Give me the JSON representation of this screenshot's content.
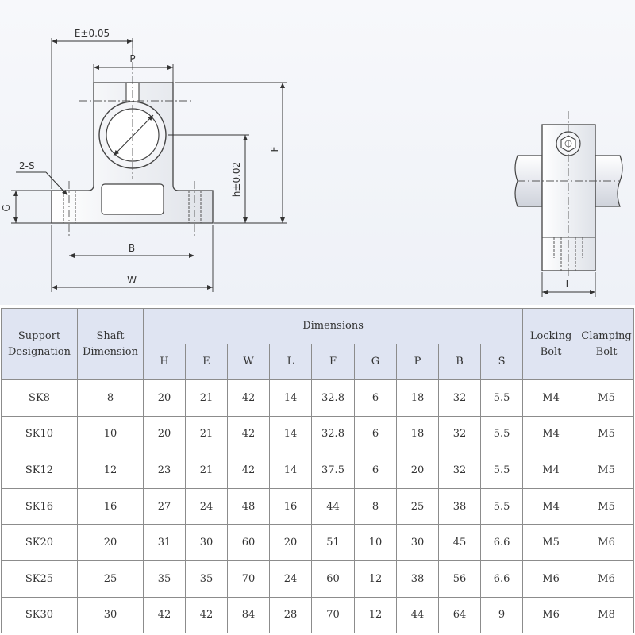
{
  "drawing": {
    "front_labels": {
      "e": "E±0.05",
      "p": "P",
      "f": "F",
      "h": "h±0.02",
      "s": "2-S",
      "g": "G",
      "b": "B",
      "w": "W"
    },
    "side_labels": {
      "l": "L"
    }
  },
  "table": {
    "headers": {
      "support": "Support Designation",
      "shaft": "Shaft Dimension",
      "dimensions": "Dimensions",
      "locking": "Locking Bolt",
      "clamping": "Clamping Bolt",
      "dims": [
        "H",
        "E",
        "W",
        "L",
        "F",
        "G",
        "P",
        "B",
        "S"
      ]
    },
    "rows": [
      {
        "designation": "SK8",
        "shaft": "8",
        "dims": [
          "20",
          "21",
          "42",
          "14",
          "32.8",
          "6",
          "18",
          "32",
          "5.5"
        ],
        "locking": "M4",
        "clamping": "M5"
      },
      {
        "designation": "SK10",
        "shaft": "10",
        "dims": [
          "20",
          "21",
          "42",
          "14",
          "32.8",
          "6",
          "18",
          "32",
          "5.5"
        ],
        "locking": "M4",
        "clamping": "M5"
      },
      {
        "designation": "SK12",
        "shaft": "12",
        "dims": [
          "23",
          "21",
          "42",
          "14",
          "37.5",
          "6",
          "20",
          "32",
          "5.5"
        ],
        "locking": "M4",
        "clamping": "M5"
      },
      {
        "designation": "SK16",
        "shaft": "16",
        "dims": [
          "27",
          "24",
          "48",
          "16",
          "44",
          "8",
          "25",
          "38",
          "5.5"
        ],
        "locking": "M4",
        "clamping": "M5"
      },
      {
        "designation": "SK20",
        "shaft": "20",
        "dims": [
          "31",
          "30",
          "60",
          "20",
          "51",
          "10",
          "30",
          "45",
          "6.6"
        ],
        "locking": "M5",
        "clamping": "M6"
      },
      {
        "designation": "SK25",
        "shaft": "25",
        "dims": [
          "35",
          "35",
          "70",
          "24",
          "60",
          "12",
          "38",
          "56",
          "6.6"
        ],
        "locking": "M6",
        "clamping": "M6"
      },
      {
        "designation": "SK30",
        "shaft": "30",
        "dims": [
          "42",
          "42",
          "84",
          "28",
          "70",
          "12",
          "44",
          "64",
          "9"
        ],
        "locking": "M6",
        "clamping": "M8"
      }
    ]
  }
}
